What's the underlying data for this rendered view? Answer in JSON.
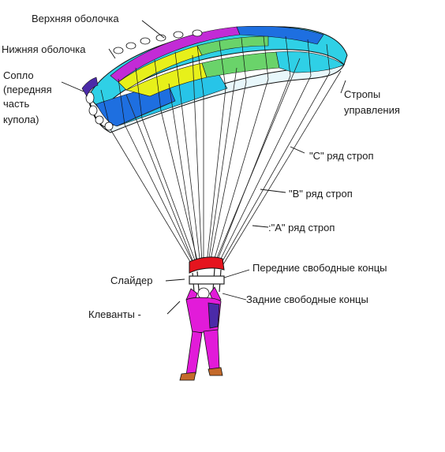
{
  "labels": {
    "upper_surface": "Верхняя оболочка",
    "lower_surface": "Нижняя оболочка",
    "nozzle_1": "Сопло",
    "nozzle_2": "(передняя",
    "nozzle_3": "часть",
    "nozzle_4": "купола)",
    "control_lines_1": "Стропы",
    "control_lines_2": "управления",
    "row_c": "\"C\" ряд строп",
    "row_b": "\"B\" ряд строп",
    "row_a": ":\"A\" ряд строп",
    "slider": "Слайдер",
    "front_risers": "Передние свободные концы",
    "rear_risers": "Задние свободные концы",
    "toggles": "Клеванты -"
  },
  "colors": {
    "canopy_cyan": "#27c4e8",
    "canopy_blue": "#1e6fe0",
    "canopy_yellow": "#e7f01a",
    "canopy_green": "#6ad36a",
    "canopy_magenta": "#c22bd6",
    "slider_red": "#e5141e",
    "jumpsuit_magenta": "#e21bd9",
    "harness_purple": "#4b2aa8"
  }
}
